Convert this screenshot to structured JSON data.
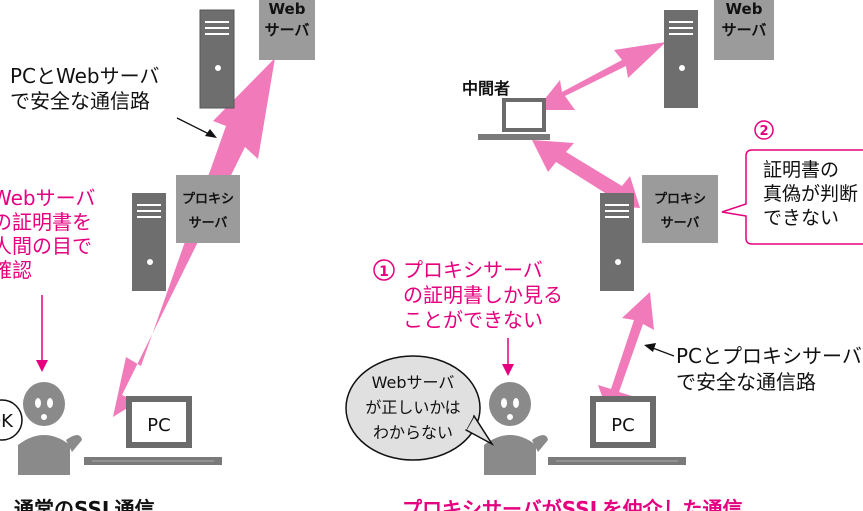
{
  "colors": {
    "accent": "#e5007f",
    "arrow": "#f07aba",
    "device_dark": "#6e6e6e",
    "device_light": "#9b9b9b",
    "bubble": "#e0e0e0"
  },
  "left": {
    "web_server": [
      "Web",
      "サーバ"
    ],
    "proxy_server": [
      "プロキシ",
      "サーバ"
    ],
    "pc": "PC",
    "secure_path": [
      "PCとWebサーバ",
      "で安全な通信路"
    ],
    "magenta_note": [
      "Webサーバ",
      "の証明書を",
      "人間の目で",
      "確認"
    ],
    "person_bubble": "OK",
    "caption": "通常のSSL通信"
  },
  "right": {
    "web_server": [
      "Web",
      "サーバ"
    ],
    "proxy_server": [
      "プロキシ",
      "サーバ"
    ],
    "pc": "PC",
    "middleman": "中間者",
    "note1_number": "1",
    "note1": [
      "プロキシサーバ",
      "の証明書しか見る",
      "ことができない"
    ],
    "note2_number": "2",
    "note2": [
      "証明書の",
      "真偽が判断",
      "できない"
    ],
    "person_bubble": [
      "Webサーバ",
      "が正しいかは",
      "わからない"
    ],
    "secure_path": [
      "PCとプロキシサーバ",
      "で安全な通信路"
    ],
    "caption": "プロキシサーバがSSLを仲介した通信"
  }
}
